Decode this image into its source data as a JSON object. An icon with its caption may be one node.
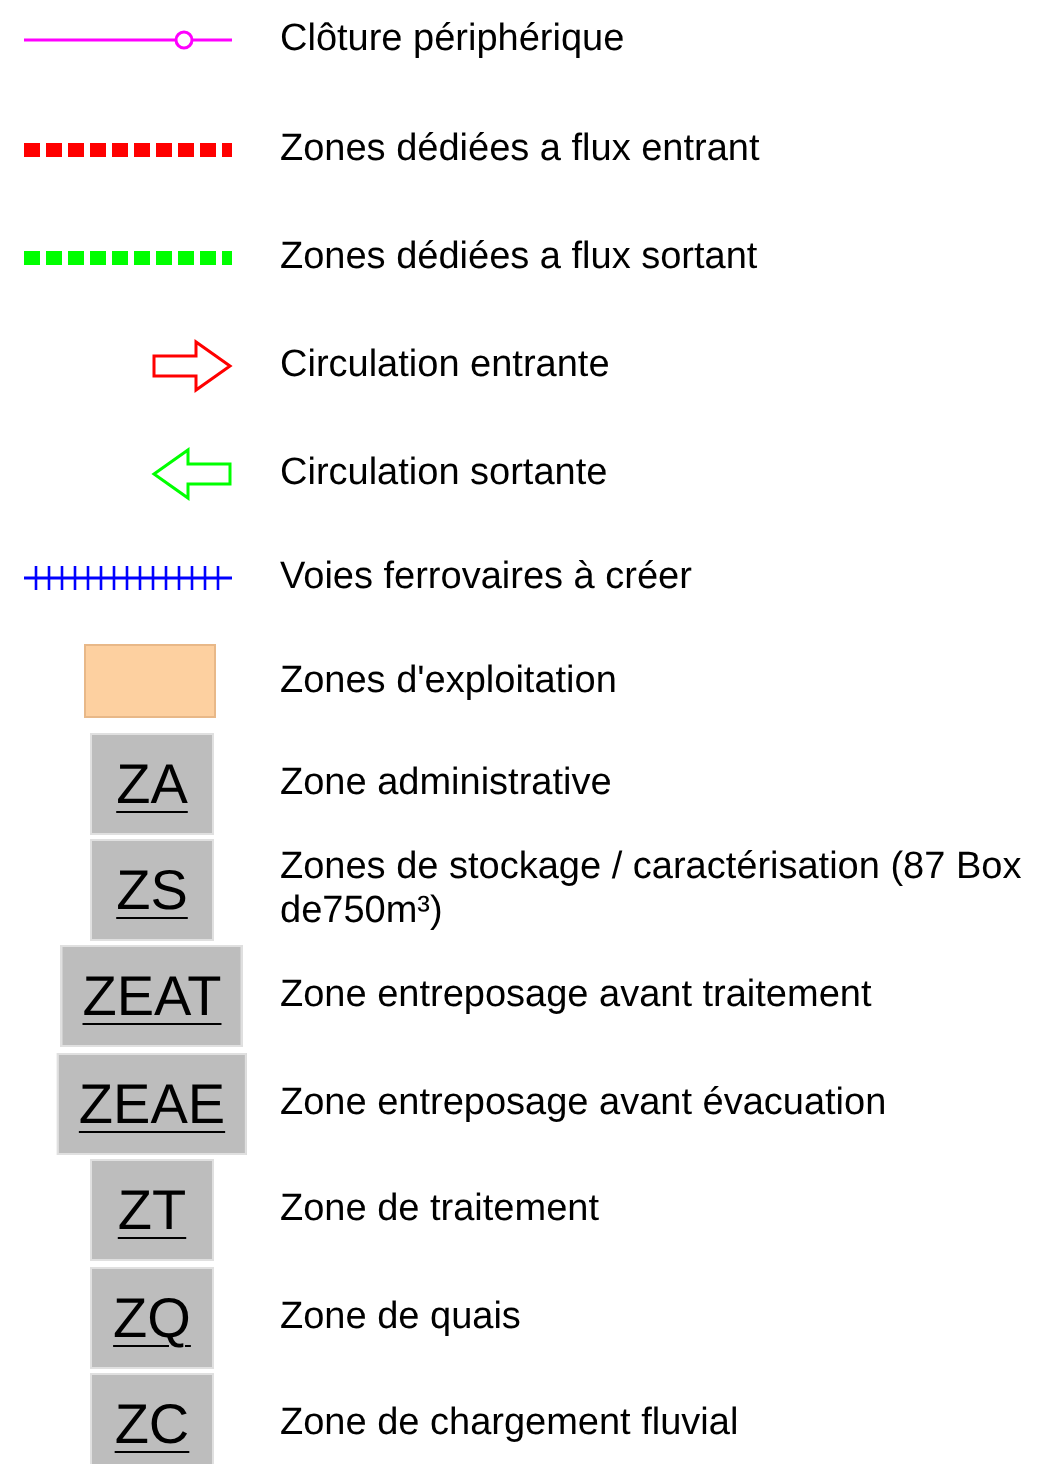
{
  "diagram": {
    "nodes": [
      {
        "text": [
          "ZA"
        ],
        "beside": [
          "Zone administrative"
        ]
      },
      {
        "text": [
          "ZS"
        ],
        "beside": [
          "Zones de stockage / caractérisation (87 Box de750m³)"
        ]
      },
      {
        "text": [
          "ZEAT"
        ],
        "beside": [
          "Zone entreposage avant traitement"
        ]
      },
      {
        "text": [
          "ZEAE"
        ],
        "beside": [
          "Zone entreposage avant évacuation"
        ]
      },
      {
        "text": [
          "ZT"
        ],
        "beside": [
          "Zone de traitement"
        ]
      },
      {
        "text": [
          "ZQ"
        ],
        "beside": [
          "Zone de quais"
        ]
      },
      {
        "text": [
          "ZC"
        ],
        "beside": [
          "Zone de chargement fluvial"
        ]
      }
    ],
    "legend": [
      {
        "text": "Clôture périphérique"
      },
      {
        "text": "Zones dédiées a flux entrant"
      },
      {
        "text": "Zones dédiées a flux sortant"
      },
      {
        "text": "Circulation entrante"
      },
      {
        "text": "Circulation sortante"
      },
      {
        "text": "Voies ferrovaires à créer"
      },
      {
        "text": "Zones d'exploitation",
        "color": "#fdd0a0"
      }
    ]
  }
}
